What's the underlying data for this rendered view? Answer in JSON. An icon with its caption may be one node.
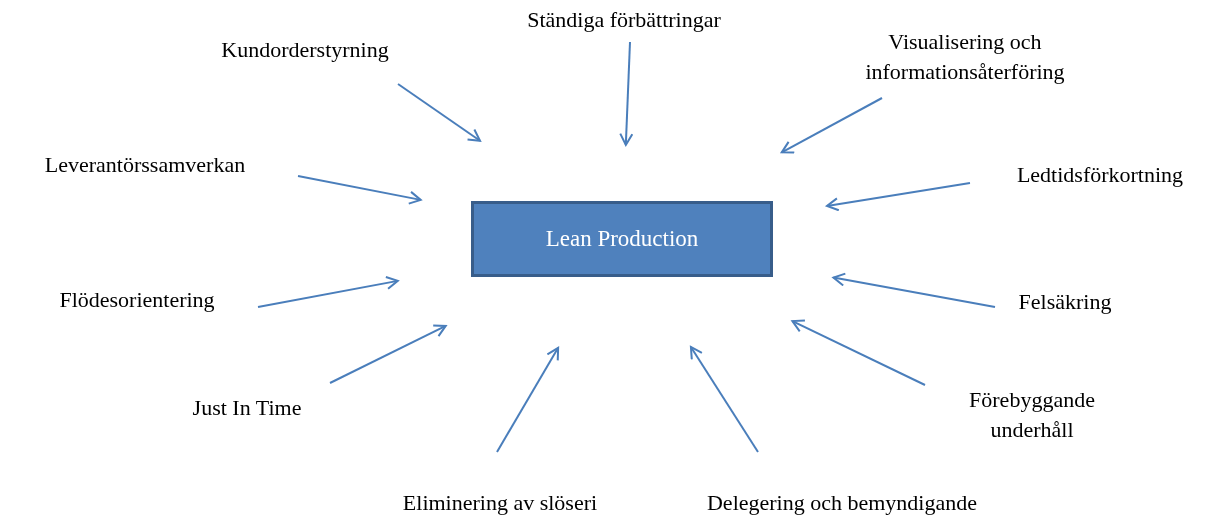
{
  "diagram": {
    "nodes": [
      {
        "text": [
          "Lean Production"
        ]
      },
      {
        "text": [
          "Ständiga förbättringar"
        ]
      },
      {
        "text": [
          "Kundorderstyrning"
        ]
      },
      {
        "text": [
          "Visualisering och informationsåterföring"
        ]
      },
      {
        "text": [
          "Leverantörssamverkan"
        ]
      },
      {
        "text": [
          "Ledtidsförkortning"
        ]
      },
      {
        "text": [
          "Flödesorientering"
        ]
      },
      {
        "text": [
          "Felsäkring"
        ]
      },
      {
        "text": [
          "Just In Time"
        ]
      },
      {
        "text": [
          "Förebyggande underhåll"
        ]
      },
      {
        "text": [
          "Eliminering av slöseri"
        ]
      },
      {
        "text": [
          "Delegering och bemyndigande"
        ]
      }
    ],
    "edges": [
      {
        "from": 1,
        "to": 0,
        "arrow": "to"
      },
      {
        "from": 2,
        "to": 0,
        "arrow": "to"
      },
      {
        "from": 3,
        "to": 0,
        "arrow": "to"
      },
      {
        "from": 4,
        "to": 0,
        "arrow": "to"
      },
      {
        "from": 5,
        "to": 0,
        "arrow": "to"
      },
      {
        "from": 6,
        "to": 0,
        "arrow": "to"
      },
      {
        "from": 7,
        "to": 0,
        "arrow": "to"
      },
      {
        "from": 8,
        "to": 0,
        "arrow": "to"
      },
      {
        "from": 9,
        "to": 0,
        "arrow": "to"
      },
      {
        "from": 10,
        "to": 0,
        "arrow": "to"
      },
      {
        "from": 11,
        "to": 0,
        "arrow": "to"
      }
    ]
  }
}
